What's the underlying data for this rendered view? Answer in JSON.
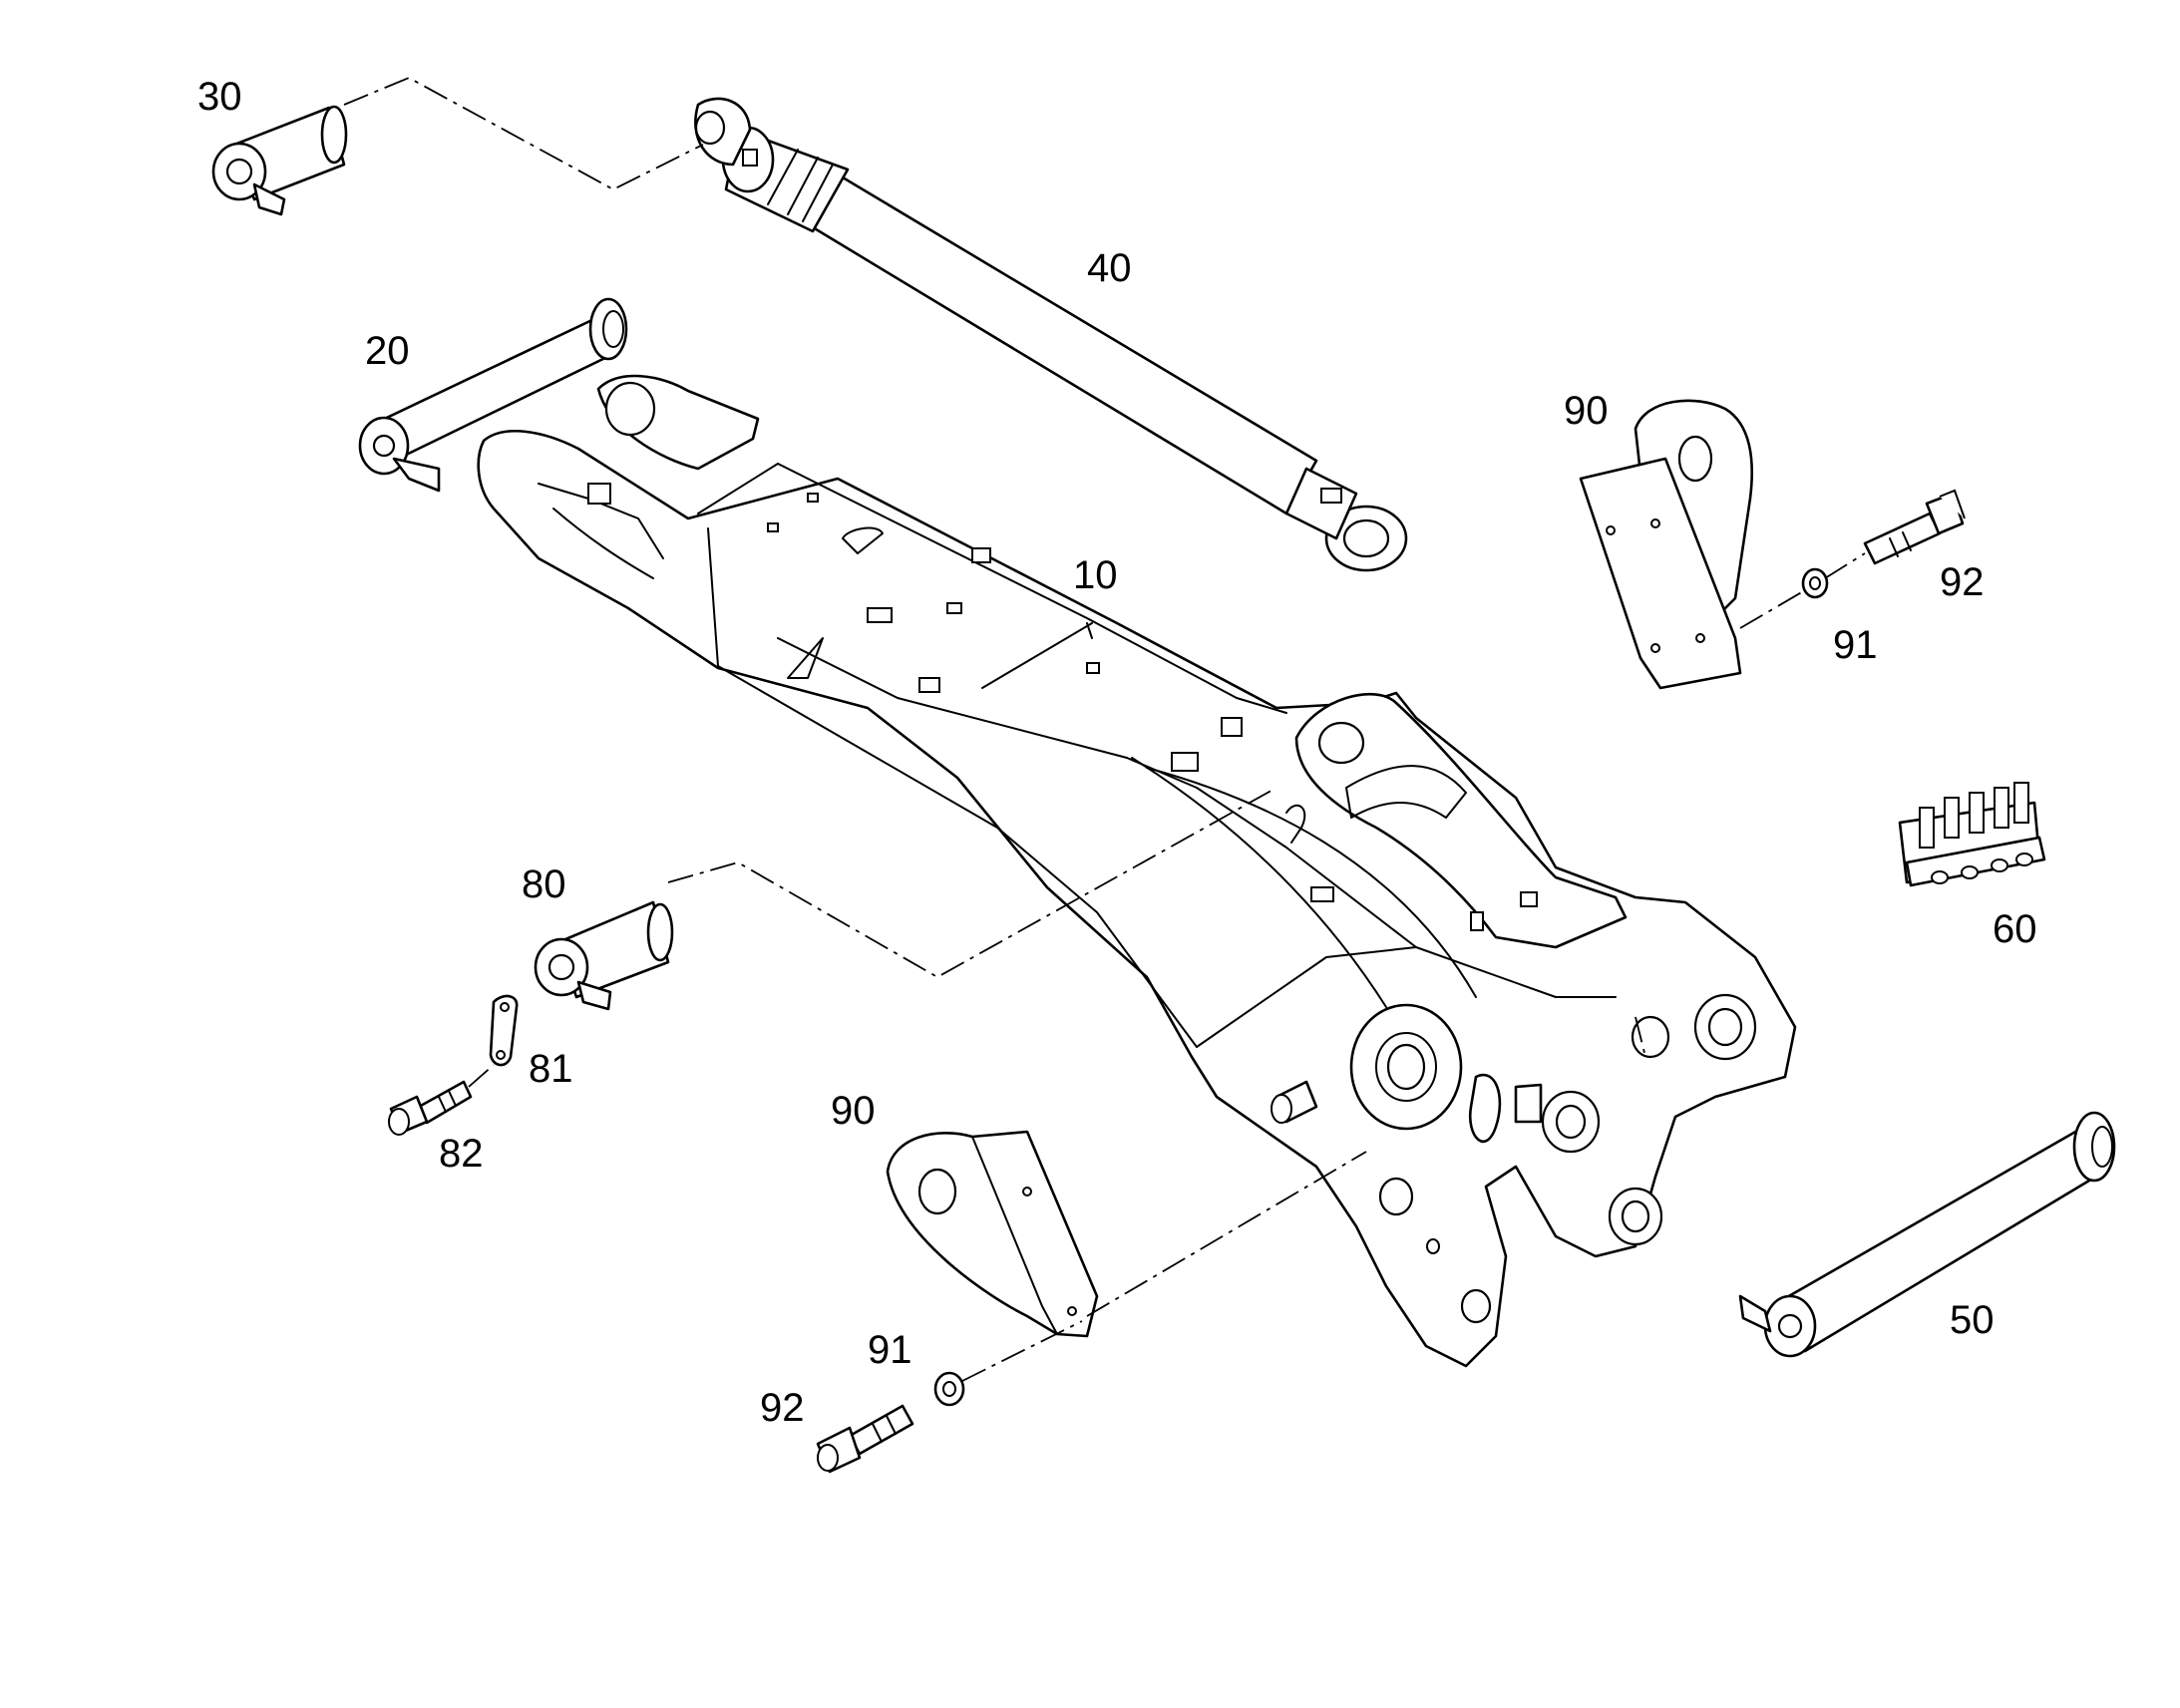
{
  "diagram": {
    "callouts": {
      "c30": "30",
      "c40": "40",
      "c20": "20",
      "c90_top": "90",
      "c10": "10",
      "c92_top": "92",
      "c91_top": "91",
      "c60": "60",
      "c80": "80",
      "c81": "81",
      "c82": "82",
      "c90_bottom": "90",
      "c91_bottom": "91",
      "c92_bottom": "92",
      "c50": "50"
    }
  }
}
